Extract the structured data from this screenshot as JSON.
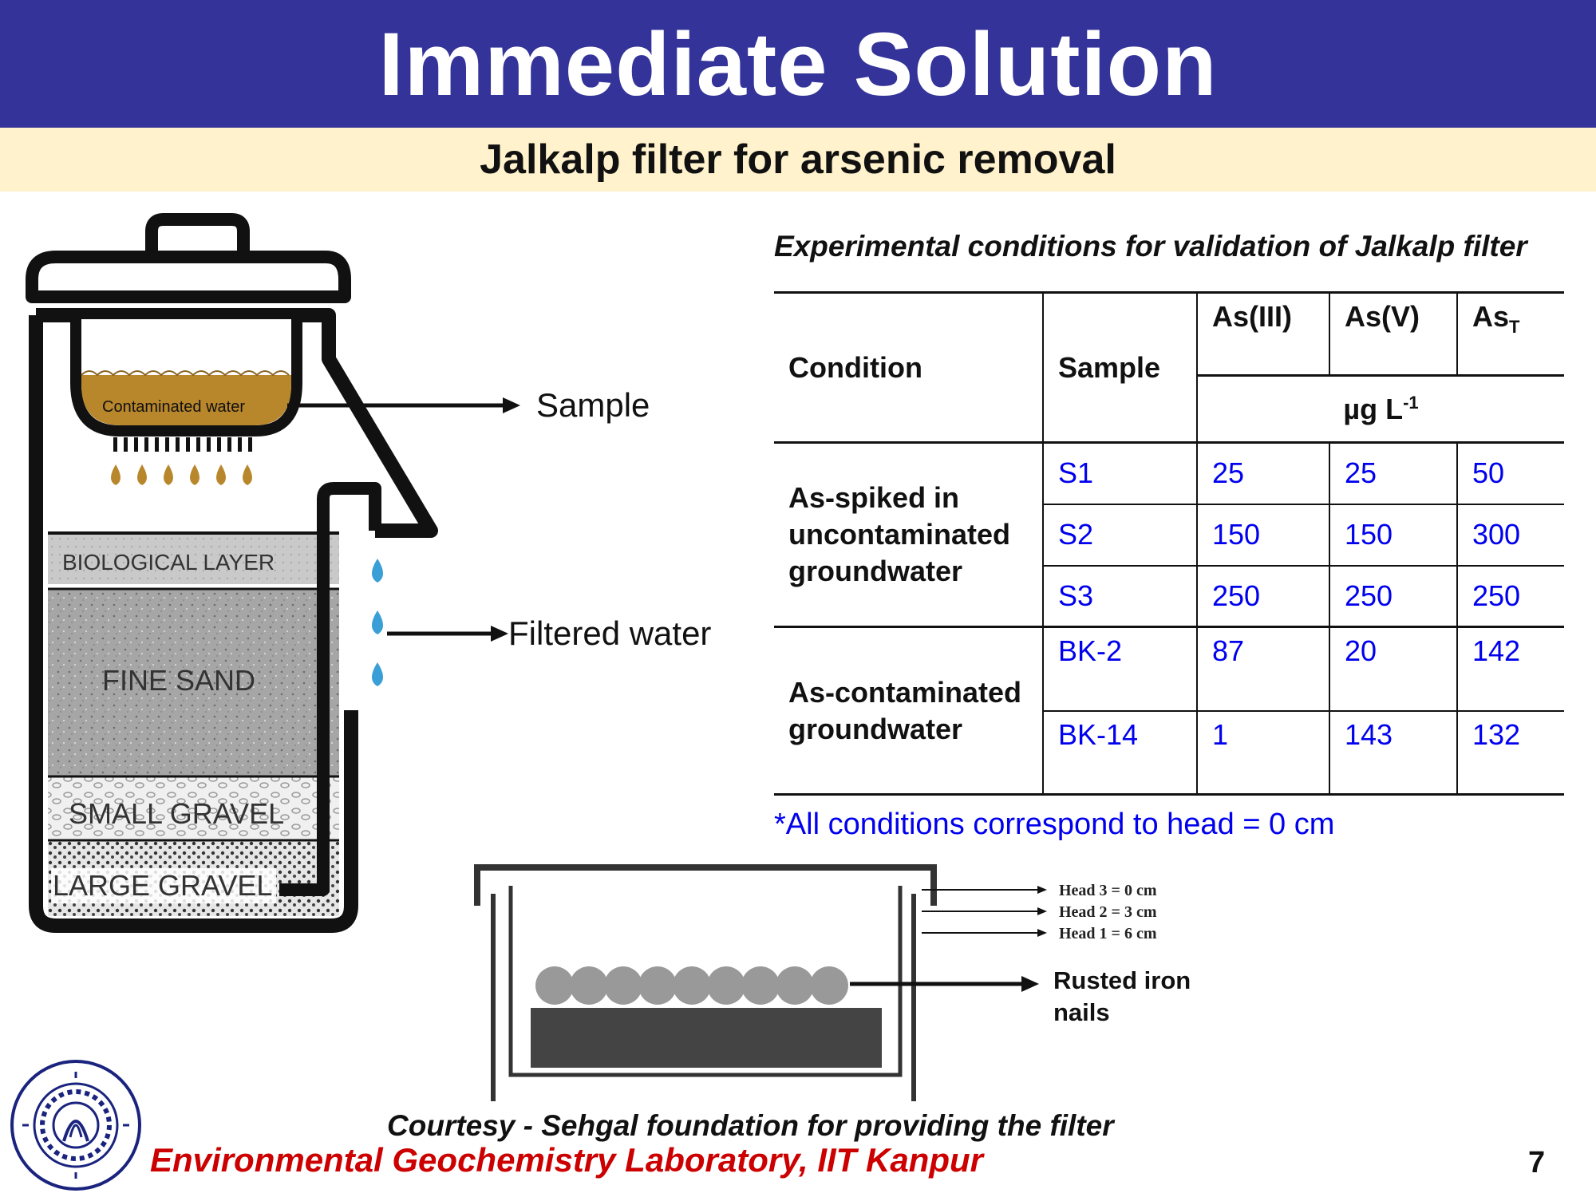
{
  "header": {
    "title": "Immediate Solution",
    "subtitle": "Jalkalp filter for arsenic removal"
  },
  "filter_diagram": {
    "contaminated_label": "Contaminated water",
    "sample_label": "Sample",
    "filtered_label": "Filtered water",
    "layers": [
      "BIOLOGICAL LAYER",
      "FINE SAND",
      "SMALL GRAVEL",
      "LARGE GRAVEL"
    ]
  },
  "table": {
    "caption": "Experimental conditions for validation of Jalkalp filter",
    "headers": {
      "condition": "Condition",
      "sample": "Sample",
      "as3": "As(III)",
      "as5": "As(V)",
      "ast_base": "As",
      "ast_sub": "T",
      "unit_base": "µg L",
      "unit_sup": "-1"
    },
    "groups": [
      {
        "condition": "As-spiked in uncontaminated groundwater",
        "rows": [
          {
            "sample": "S1",
            "as3": "25",
            "as5": "25",
            "ast": "50"
          },
          {
            "sample": "S2",
            "as3": "150",
            "as5": "150",
            "ast": "300"
          },
          {
            "sample": "S3",
            "as3": "250",
            "as5": "250",
            "ast": "250"
          }
        ]
      },
      {
        "condition": "As-contaminated groundwater",
        "rows": [
          {
            "sample": "BK-2",
            "as3": "87",
            "as5": "20",
            "ast": "142"
          },
          {
            "sample": "BK-14",
            "as3": "1",
            "as5": "143",
            "ast": "132"
          }
        ]
      }
    ],
    "note": "*All conditions correspond to head = 0 cm"
  },
  "nails_diagram": {
    "heads": [
      "Head 3 = 0 cm",
      "Head 2 = 3 cm",
      "Head 1 = 6 cm"
    ],
    "nails_line1": "Rusted iron",
    "nails_line2": "nails"
  },
  "footer": {
    "courtesy": "Courtesy - Sehgal foundation for providing the filter",
    "lab": "Environmental Geochemistry Laboratory, IIT Kanpur",
    "page": "7"
  },
  "colors": {
    "title_bg": "#333399",
    "subtitle_bg": "#fff2cc",
    "value_blue": "#0000ee",
    "footer_red": "#cc0000",
    "water_brown": "#b8862b",
    "drop_blue": "#3a9fd6"
  }
}
